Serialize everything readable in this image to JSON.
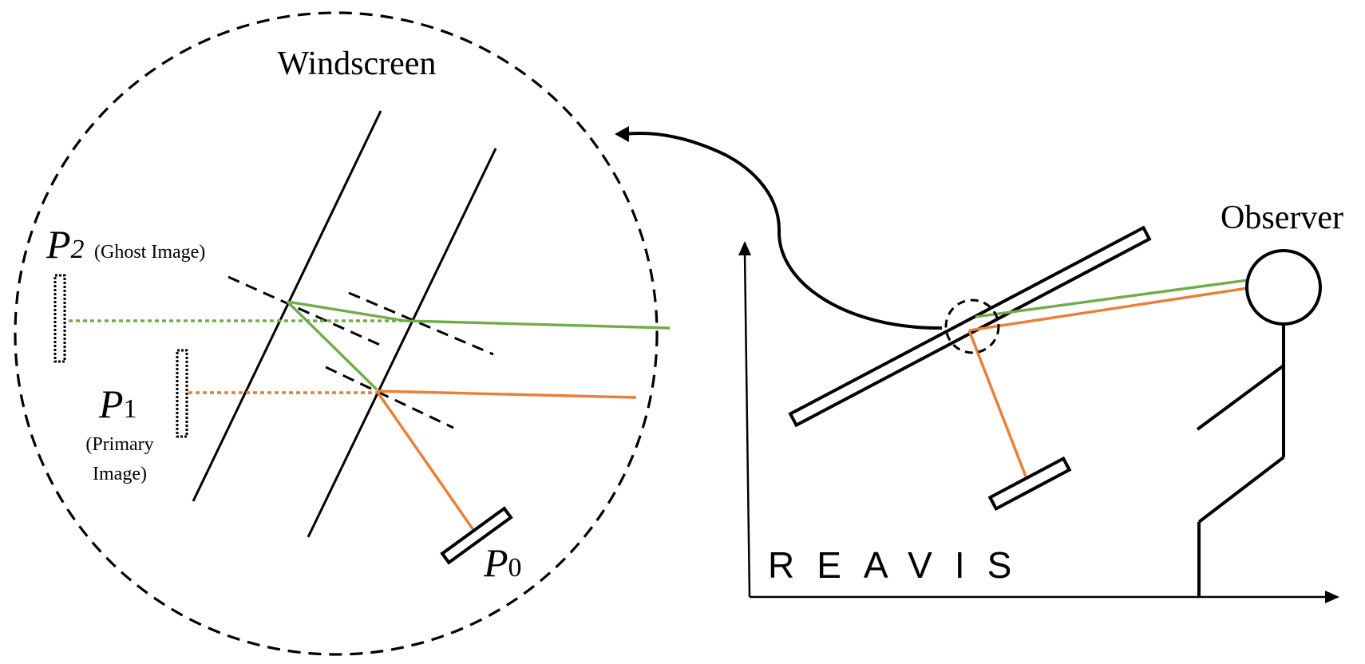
{
  "labels": {
    "windscreen": "Windscreen",
    "observer": "Observer",
    "p2": {
      "base": "P",
      "sub": "2",
      "note": "(Ghost Image)"
    },
    "p1": {
      "base": "P",
      "sub": "1",
      "note_line1": "(Primary",
      "note_line2": "Image)"
    },
    "p0": {
      "base": "P",
      "sub": "0"
    },
    "logo": "REAVIS"
  },
  "colors": {
    "ghost_ray": "#70ad47",
    "primary_ray": "#ed7d31",
    "ink": "#000000"
  },
  "icons": {
    "display_source": "projector-panel-icon",
    "observer": "stick-figure-icon",
    "arrow": "curved-arrow-icon"
  }
}
